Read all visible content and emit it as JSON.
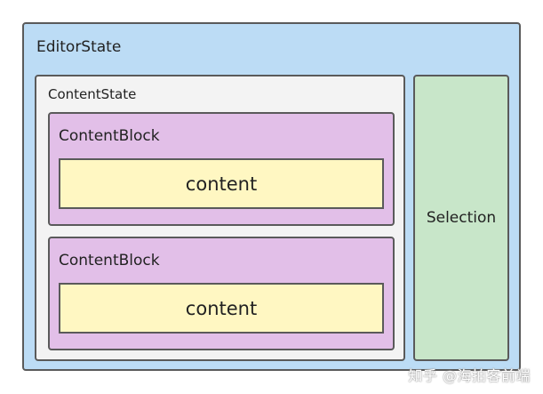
{
  "diagram": {
    "editor_state": {
      "label": "EditorState"
    },
    "content_state": {
      "label": "ContentState"
    },
    "content_blocks": [
      {
        "label": "ContentBlock",
        "content": "content"
      },
      {
        "label": "ContentBlock",
        "content": "content"
      }
    ],
    "selection": {
      "label": "Selection"
    }
  },
  "watermark": {
    "text": "知乎 @海拍客前端"
  },
  "colors": {
    "editor_state_fill": "#bcdcf5",
    "content_state_fill": "#f3f3f3",
    "content_block_fill": "#e2bfe8",
    "content_fill": "#fff7c2",
    "selection_fill": "#c8e6c9",
    "border": "#5a5a5a"
  }
}
